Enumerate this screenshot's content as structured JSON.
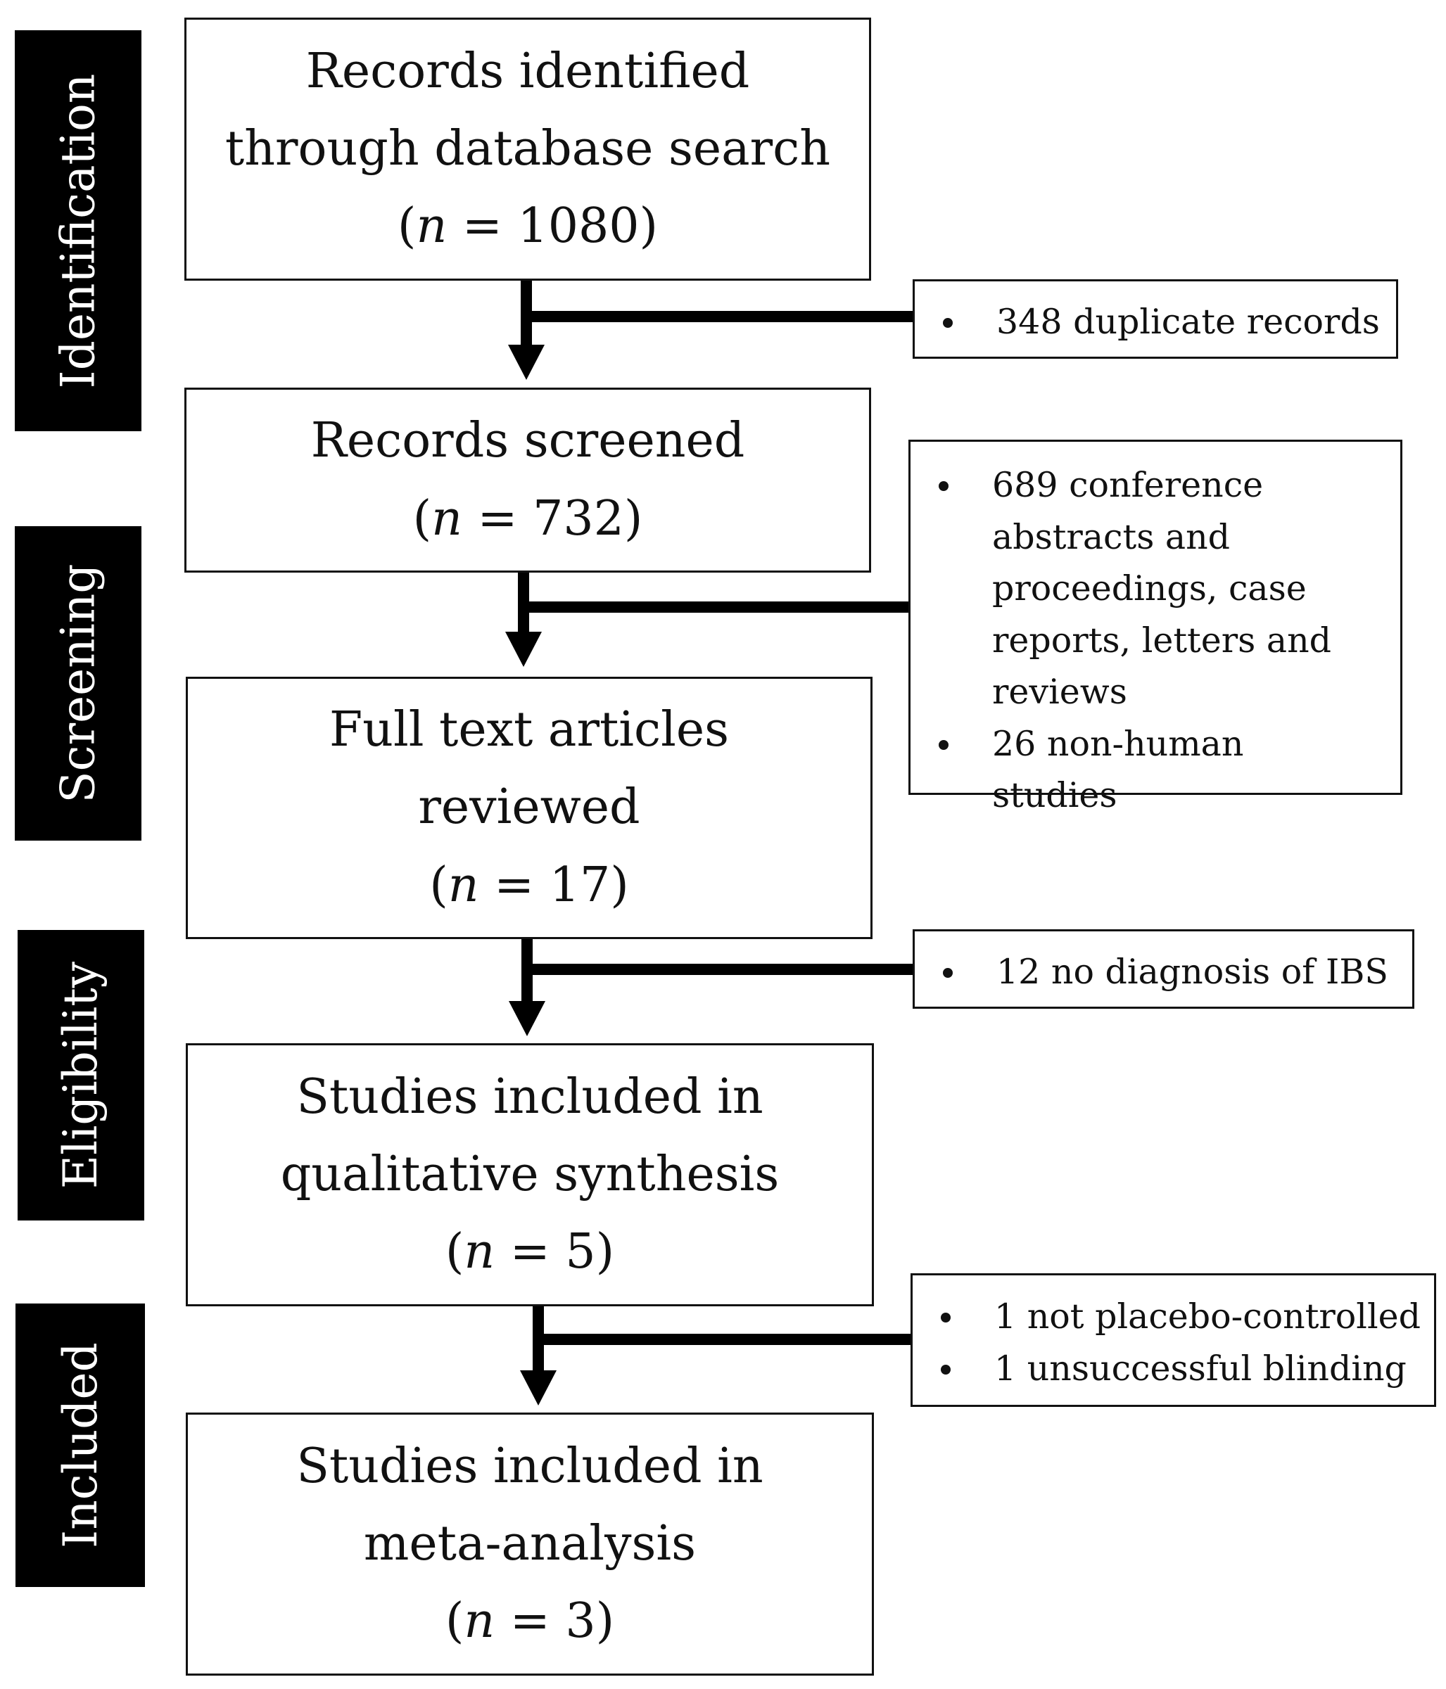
{
  "stages": [
    {
      "label": "Identification"
    },
    {
      "label": "Screening"
    },
    {
      "label": "Eligibility"
    },
    {
      "label": "Included"
    }
  ],
  "boxes": [
    {
      "lines": [
        "Records identified",
        "through database search"
      ],
      "n": "1080"
    },
    {
      "lines": [
        "Records screened"
      ],
      "n": "732"
    },
    {
      "lines": [
        "Full text articles",
        "reviewed"
      ],
      "n": "17"
    },
    {
      "lines": [
        "Studies included in",
        "qualitative synthesis"
      ],
      "n": "5"
    },
    {
      "lines": [
        "Studies included in",
        "meta-analysis"
      ],
      "n": "3"
    }
  ],
  "n_prefix": "n",
  "exclusions": [
    {
      "items": [
        "348 duplicate records"
      ]
    },
    {
      "items": [
        "689 conference abstracts and proceedings, case reports, letters and reviews",
        "26 non-human studies"
      ]
    },
    {
      "items": [
        "12 no diagnosis of IBS"
      ]
    },
    {
      "items": [
        "1 not placebo-controlled",
        "1 unsuccessful blinding"
      ]
    }
  ]
}
